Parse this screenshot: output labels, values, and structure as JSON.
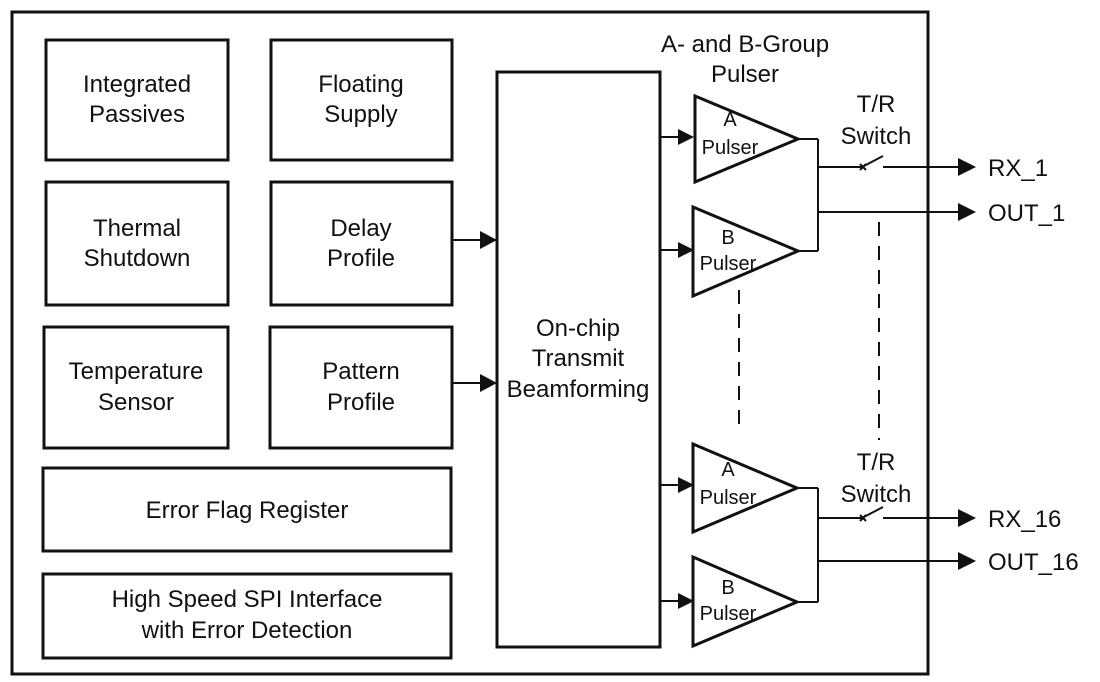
{
  "blocks": {
    "integrated_passives": [
      "Integrated",
      "Passives"
    ],
    "floating_supply": [
      "Floating",
      "Supply"
    ],
    "thermal_shutdown": [
      "Thermal",
      "Shutdown"
    ],
    "delay_profile": [
      "Delay",
      "Profile"
    ],
    "temperature_sensor": [
      "Temperature",
      "Sensor"
    ],
    "pattern_profile": [
      "Pattern",
      "Profile"
    ],
    "error_flag_register": [
      "Error Flag Register"
    ],
    "spi_interface": [
      "High Speed SPI Interface",
      "with Error Detection"
    ],
    "beamforming": [
      "On-chip",
      "Transmit",
      "Beamforming"
    ]
  },
  "pulser_group_title": [
    "A- and B-Group",
    "Pulser"
  ],
  "pulsers": {
    "a_label": [
      "A",
      "Pulser"
    ],
    "b_label": [
      "B",
      "Pulser"
    ]
  },
  "tr_switch_label": [
    "T/R",
    "Switch"
  ],
  "outputs": {
    "rx_1": "RX_1",
    "out_1": "OUT_1",
    "rx_16": "RX_16",
    "out_16": "OUT_16"
  }
}
